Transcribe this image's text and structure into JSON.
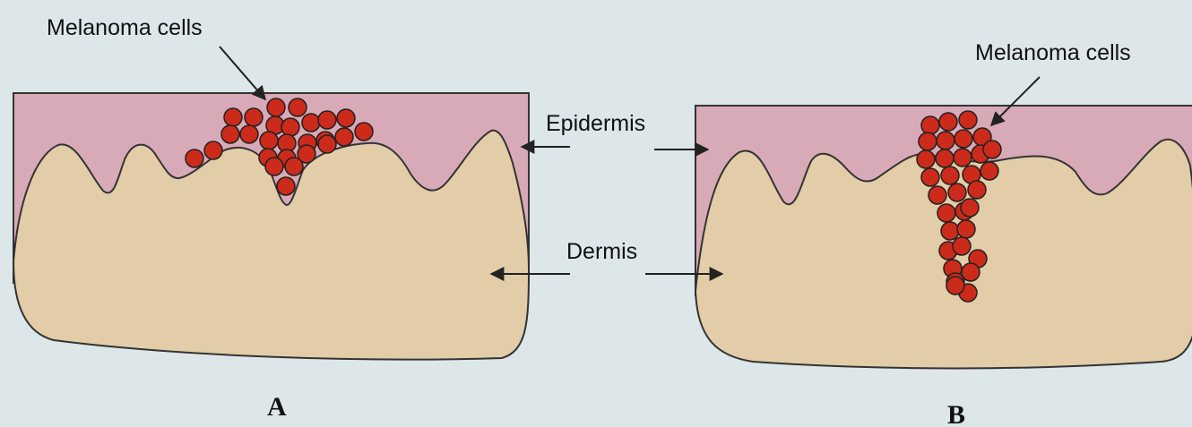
{
  "labels": {
    "melanoma_cells_a": "Melanoma cells",
    "melanoma_cells_b": "Melanoma cells",
    "epidermis": "Epidermis",
    "dermis": "Dermis",
    "panel_a": "A",
    "panel_b": "B"
  },
  "colors": {
    "background": "#dde6e8",
    "epidermis": "#d8aab8",
    "dermis": "#e2cda8",
    "cell_fill": "#cc2a1a",
    "outline": "#333333"
  },
  "icons": {
    "melanoma_cell": "red-circle-cell",
    "pointer": "arrow-icon"
  }
}
